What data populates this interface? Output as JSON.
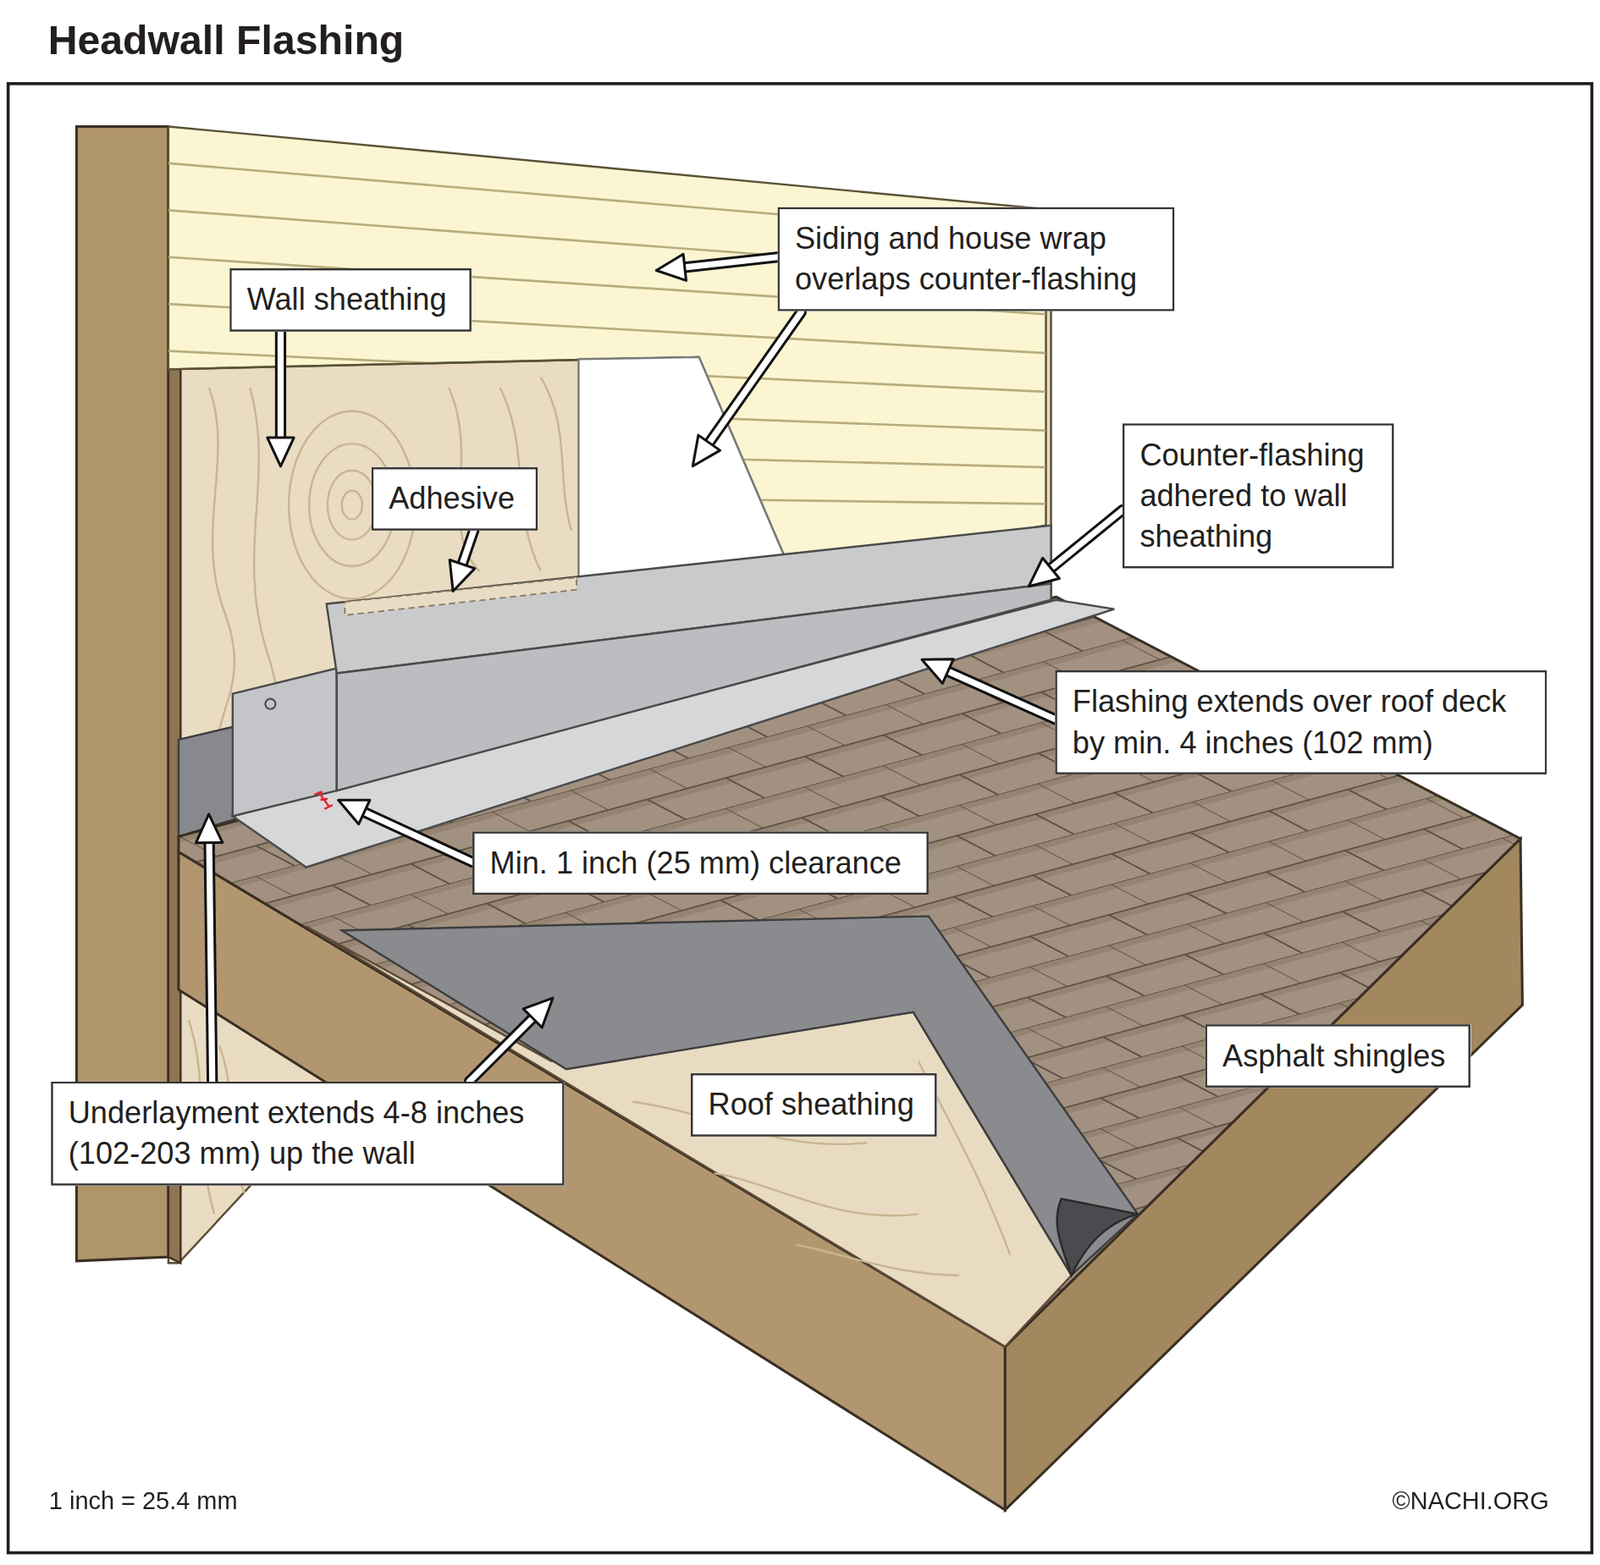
{
  "diagram": {
    "title": "Headwall Flashing",
    "nodes": [
      {
        "text": [
          "Wall sheathing"
        ]
      },
      {
        "text": [
          "Siding and house wrap overlaps counter-flashing"
        ]
      },
      {
        "text": [
          "Adhesive"
        ]
      },
      {
        "text": [
          "Counter-flashing adhered to wall sheathing"
        ]
      },
      {
        "text": [
          "Flashing extends over roof deck by min. 4 inches (102 mm)"
        ]
      },
      {
        "text": [
          "Min. 1 inch (25 mm) clearance"
        ]
      },
      {
        "text": [
          "Underlayment extends 4-8 inches (102-203 mm) up the wall"
        ]
      },
      {
        "text": [
          "Roof sheathing"
        ]
      },
      {
        "text": [
          "Asphalt shingles"
        ]
      }
    ],
    "labels": [
      "1 inch = 25.4 mm",
      "©NACHI.ORG"
    ]
  }
}
